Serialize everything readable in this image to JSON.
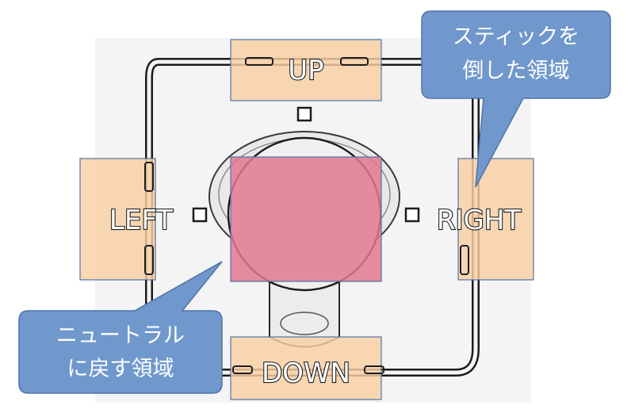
{
  "directions": {
    "up": "UP",
    "left": "LEFT",
    "right": "RIGHT",
    "down": "DOWN"
  },
  "callouts": {
    "tilted_region": {
      "line1": "スティックを",
      "line2": "倒した領域"
    },
    "neutral_region": {
      "line1": "ニュートラル",
      "line2": "に戻す領域"
    }
  },
  "colors": {
    "direction_zone": "#f9cfa4",
    "neutral_zone": "#e07891",
    "callout_fill": "#7098cc",
    "callout_border": "#4f74a8"
  }
}
